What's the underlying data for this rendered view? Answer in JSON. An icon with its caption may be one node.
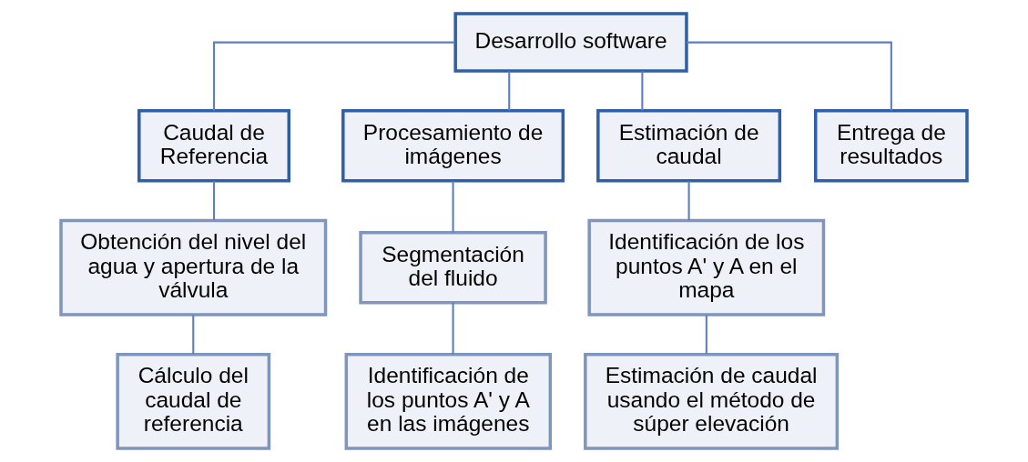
{
  "diagram": {
    "nodes": [
      {
        "text": [
          "Desarrollo software"
        ]
      },
      {
        "text": [
          "Caudal de Referencia"
        ]
      },
      {
        "text": [
          "Procesamiento de imágenes"
        ]
      },
      {
        "text": [
          "Estimación de caudal"
        ]
      },
      {
        "text": [
          "Entrega de resultados"
        ]
      },
      {
        "text": [
          "Obtención del nivel del agua y apertura de la válvula"
        ]
      },
      {
        "text": [
          "Cálculo del caudal de referencia"
        ]
      },
      {
        "text": [
          "Segmentación del fluido"
        ]
      },
      {
        "text": [
          "Identificación de los puntos A' y A en las imágenes"
        ]
      },
      {
        "text": [
          "Identificación de los puntos A' y A en el mapa"
        ]
      },
      {
        "text": [
          "Estimación de caudal usando el método de súper elevación"
        ]
      }
    ],
    "edges": [
      {
        "from": 0,
        "to": 1,
        "arrow": "none"
      },
      {
        "from": 0,
        "to": 2,
        "arrow": "none"
      },
      {
        "from": 0,
        "to": 3,
        "arrow": "none"
      },
      {
        "from": 0,
        "to": 4,
        "arrow": "none"
      },
      {
        "from": 1,
        "to": 5,
        "arrow": "none"
      },
      {
        "from": 5,
        "to": 6,
        "arrow": "none"
      },
      {
        "from": 2,
        "to": 7,
        "arrow": "none"
      },
      {
        "from": 7,
        "to": 8,
        "arrow": "none"
      },
      {
        "from": 3,
        "to": 9,
        "arrow": "none"
      },
      {
        "from": 9,
        "to": 10,
        "arrow": "none"
      }
    ]
  }
}
